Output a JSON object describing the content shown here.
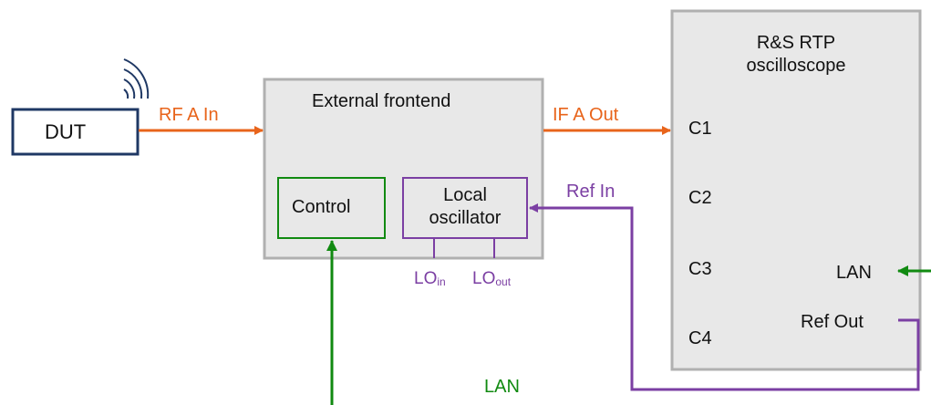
{
  "dut": {
    "label": "DUT"
  },
  "frontend": {
    "title": "External frontend",
    "control_label": "Control",
    "lo_label_line1": "Local",
    "lo_label_line2": "oscillator",
    "lo_in_main": "LO",
    "lo_in_sub": "in",
    "lo_out_main": "LO",
    "lo_out_sub": "out"
  },
  "oscilloscope": {
    "title_line1": "R&S RTP",
    "title_line2": "oscilloscope",
    "channels": [
      "C1",
      "C2",
      "C3",
      "C4"
    ],
    "lan_label": "LAN",
    "ref_out_label": "Ref Out"
  },
  "signals": {
    "rf_in": "RF A In",
    "if_out": "IF A Out",
    "ref_in": "Ref In",
    "lan_bottom": "LAN"
  },
  "colors": {
    "orange": "#e8641b",
    "purple": "#7b3fa3",
    "green": "#118a11",
    "dut_border": "#1f3864",
    "box_fill": "#e8e8e8",
    "box_border": "#b0b0b0"
  }
}
